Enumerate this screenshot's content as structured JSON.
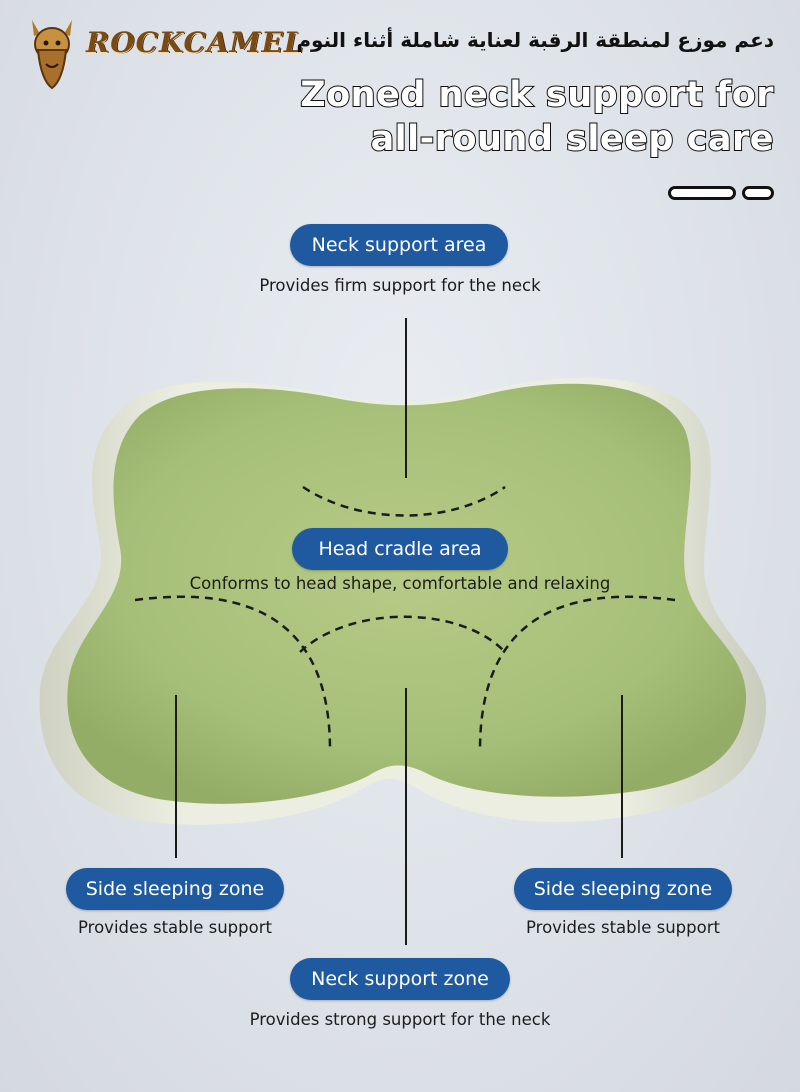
{
  "brand": {
    "name": "ROCKCAMEL",
    "arabic_tagline": "دعم موزع لمنطقة الرقبة لعناية شاملة أثناء النوم"
  },
  "headline": {
    "line1": "Zoned neck support for",
    "line2": "all-round sleep care"
  },
  "callouts": {
    "neck_area": {
      "title": "Neck support area",
      "desc": "Provides firm support for the neck"
    },
    "head_cradle": {
      "title": "Head cradle area",
      "desc": "Conforms to head shape, comfortable and relaxing"
    },
    "side_left": {
      "title": "Side sleeping zone",
      "desc": "Provides stable support"
    },
    "side_right": {
      "title": "Side sleeping zone",
      "desc": "Provides stable support"
    },
    "neck_zone": {
      "title": "Neck support zone",
      "desc": "Provides strong support for the neck"
    }
  },
  "colors": {
    "accent": "#1f5aa0",
    "pillow_green": "#a8c07a",
    "pillow_shell": "#e3e5d8",
    "background": "#e1e6eb"
  },
  "icons": {
    "logo": "camel-head-icon",
    "pager": "pager-dots-icon"
  }
}
